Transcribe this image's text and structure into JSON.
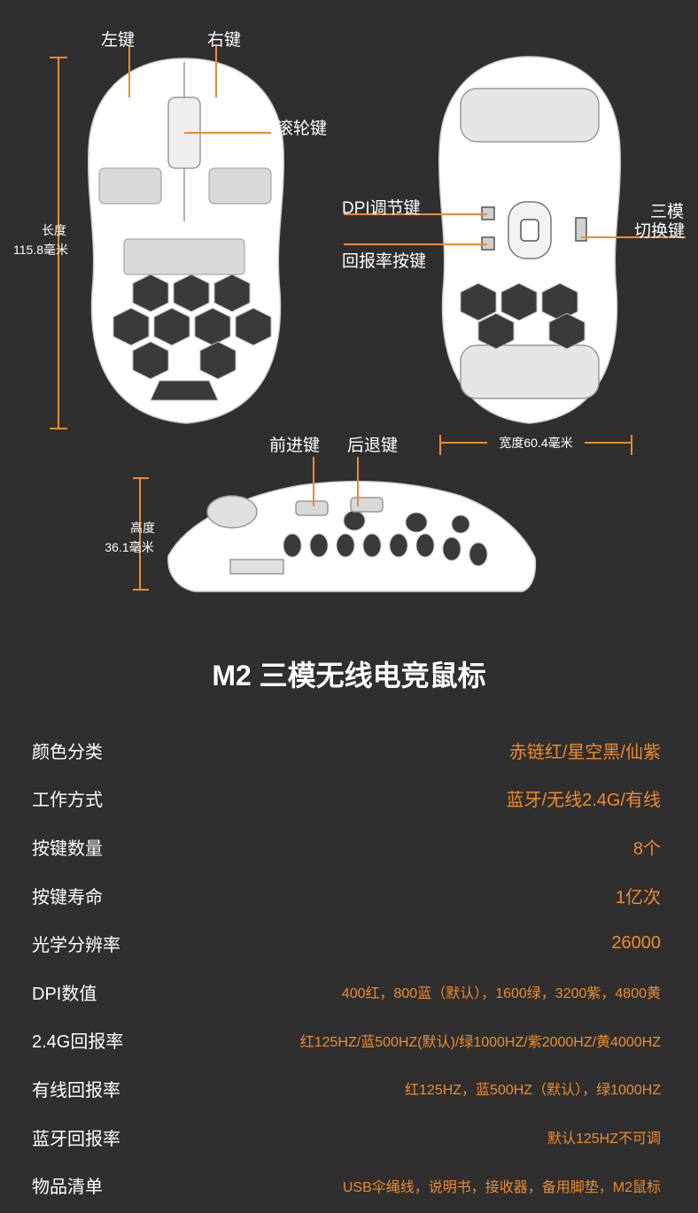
{
  "colors": {
    "accent": "#f08a2c",
    "background": "#2f2f2f",
    "text": "#ffffff"
  },
  "top_view": {
    "left_button": "左键",
    "right_button": "右键",
    "scroll_wheel": "滚轮键",
    "length_label": "长度",
    "length_value": "115.8毫米"
  },
  "bottom_view": {
    "dpi_button": "DPI调节键",
    "polling_button": "回报率按键",
    "mode_switch_line1": "三模",
    "mode_switch_line2": "切换键",
    "width": "宽度60.4毫米"
  },
  "side_view": {
    "forward": "前进键",
    "back": "后退键",
    "height_label": "高度",
    "height_value": "36.1毫米"
  },
  "title": "M2 三模无线电竞鼠标",
  "specs": [
    {
      "key": "颜色分类",
      "value": "赤链红/星空黑/仙紫"
    },
    {
      "key": "工作方式",
      "value": "蓝牙/无线2.4G/有线"
    },
    {
      "key": "按键数量",
      "value": "8个"
    },
    {
      "key": "按键寿命",
      "value": "1亿次"
    },
    {
      "key": "光学分辨率",
      "value": "26000"
    },
    {
      "key": "DPI数值",
      "value": "400红，800蓝（默认），1600绿，3200紫，4800黄"
    },
    {
      "key": "2.4G回报率",
      "value": "红125HZ/蓝500HZ(默认)/绿1000HZ/紫2000HZ/黄4000HZ"
    },
    {
      "key": "有线回报率",
      "value": "红125HZ，蓝500HZ（默认），绿1000HZ"
    },
    {
      "key": "蓝牙回报率",
      "value": "默认125HZ不可调"
    },
    {
      "key": "物品清单",
      "value": "USB伞绳线，说明书，接收器，备用脚垫，M2鼠标"
    }
  ]
}
